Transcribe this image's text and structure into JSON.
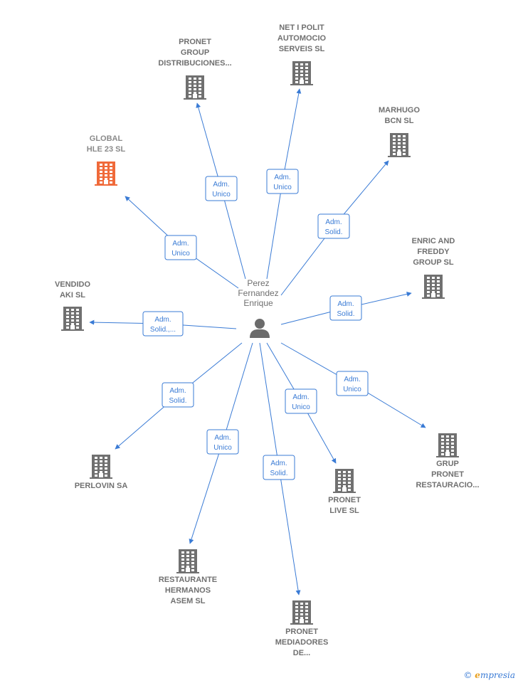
{
  "colors": {
    "edge": "#3a7bd5",
    "company": "#707070",
    "highlight": "#f06a3a",
    "person": "#6b6b6b"
  },
  "person": {
    "name": [
      "Perez",
      "Fernandez",
      "Enrique"
    ],
    "icon": "person-icon"
  },
  "companies": [
    {
      "id": "pronet-group",
      "name": [
        "PRONET",
        "GROUP",
        "DISTRIBUCIONES..."
      ],
      "role": [
        "Adm.",
        "Unico"
      ],
      "highlight": false
    },
    {
      "id": "net-i-polit",
      "name": [
        "NET I POLIT",
        "AUTOMOCIO",
        "SERVEIS  SL"
      ],
      "role": [
        "Adm.",
        "Unico"
      ],
      "highlight": false
    },
    {
      "id": "marhugo",
      "name": [
        "MARHUGO",
        "BCN SL"
      ],
      "role": [
        "Adm.",
        "Solid."
      ],
      "highlight": false
    },
    {
      "id": "global-hle",
      "name": [
        "GLOBAL",
        "HLE 23  SL"
      ],
      "role": [
        "Adm.",
        "Unico"
      ],
      "highlight": true
    },
    {
      "id": "enric-freddy",
      "name": [
        "ENRIC AND",
        "FREDDY",
        "GROUP SL"
      ],
      "role": [
        "Adm.",
        "Solid."
      ],
      "highlight": false
    },
    {
      "id": "vendido-aki",
      "name": [
        "VENDIDO",
        "AKI  SL"
      ],
      "role": [
        "Adm.",
        "Solid.,..."
      ],
      "highlight": false
    },
    {
      "id": "perlovin",
      "name": [
        "PERLOVIN SA"
      ],
      "role": [
        "Adm.",
        "Solid."
      ],
      "highlight": false
    },
    {
      "id": "grup-pronet",
      "name": [
        "GRUP",
        "PRONET",
        "RESTAURACIO..."
      ],
      "role": [
        "Adm.",
        "Unico"
      ],
      "highlight": false
    },
    {
      "id": "pronet-live",
      "name": [
        "PRONET",
        "LIVE SL"
      ],
      "role": [
        "Adm.",
        "Unico"
      ],
      "highlight": false
    },
    {
      "id": "restaurante-hermanos",
      "name": [
        "RESTAURANTE",
        "HERMANOS",
        "ASEM SL"
      ],
      "role": [
        "Adm.",
        "Unico"
      ],
      "highlight": false
    },
    {
      "id": "pronet-mediadores",
      "name": [
        "PRONET",
        "MEDIADORES",
        "DE..."
      ],
      "role": [
        "Adm.",
        "Solid."
      ],
      "highlight": false
    }
  ],
  "brand": {
    "copyright": "©",
    "initial": "e",
    "rest": "mpresia"
  }
}
